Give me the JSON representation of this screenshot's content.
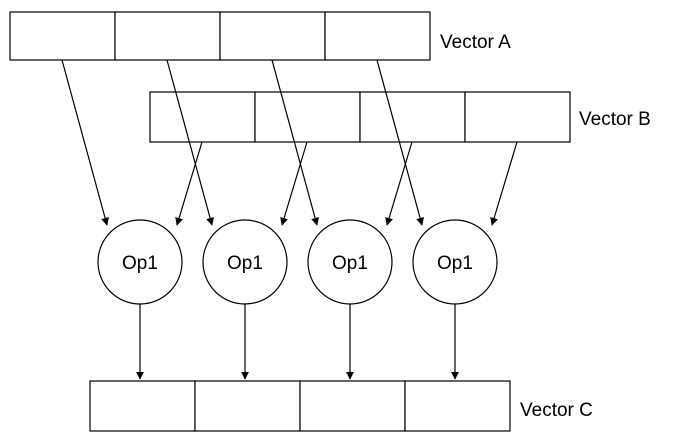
{
  "vectors": {
    "a": {
      "label": "Vector A",
      "cells": 4
    },
    "b": {
      "label": "Vector B",
      "cells": 4
    },
    "c": {
      "label": "Vector C",
      "cells": 4
    }
  },
  "operations": [
    {
      "label": "Op1"
    },
    {
      "label": "Op1"
    },
    {
      "label": "Op1"
    },
    {
      "label": "Op1"
    }
  ],
  "colors": {
    "stroke": "#000000",
    "fill": "#ffffff"
  }
}
